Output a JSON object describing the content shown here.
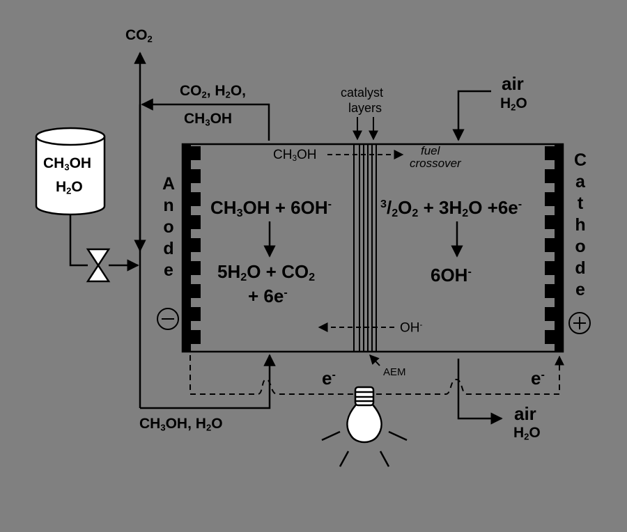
{
  "labels": {
    "co2_top": "CO",
    "co2_top_sub": "2",
    "exhaust_line1_a": "CO",
    "exhaust_line1_sub": "2",
    "exhaust_line1_b": ", H",
    "exhaust_line1_sub2": "2",
    "exhaust_line1_c": "O,",
    "exhaust_line2_a": "CH",
    "exhaust_line2_sub": "3",
    "exhaust_line2_b": "OH",
    "tank_line1_a": "CH",
    "tank_line1_sub": "3",
    "tank_line1_b": "OH",
    "tank_line2_a": "H",
    "tank_line2_sub": "2",
    "tank_line2_b": "O",
    "catalyst_line1": "catalyst",
    "catalyst_line2": "layers",
    "air_in": "air",
    "water_in_a": "H",
    "water_in_sub": "2",
    "water_in_b": "O",
    "crossover_a": "CH",
    "crossover_sub": "3",
    "crossover_b": "OH",
    "fuel_line1": "fuel",
    "fuel_line2": "crossover",
    "anode_letters": [
      "A",
      "n",
      "o",
      "d",
      "e"
    ],
    "cathode_letters": [
      "C",
      "a",
      "t",
      "h",
      "o",
      "d",
      "e"
    ],
    "anode_eq1_a": "CH",
    "anode_eq1_sub": "3",
    "anode_eq1_b": "OH + 6OH",
    "anode_eq1_sup": "-",
    "anode_eq2_a": "5H",
    "anode_eq2_sub": "2",
    "anode_eq2_b": "O + CO",
    "anode_eq2_sub2": "2",
    "anode_eq3_a": "+ 6e",
    "anode_eq3_sup": "-",
    "cathode_eq1_sup": "3",
    "cathode_eq1_a": "/",
    "cathode_eq1_sub": "2",
    "cathode_eq1_b": "O",
    "cathode_eq1_sub2": "2",
    "cathode_eq1_c": " + 3H",
    "cathode_eq1_sub3": "2",
    "cathode_eq1_d": "O +6e",
    "cathode_eq1_sup2": "-",
    "cathode_eq2_a": "6OH",
    "cathode_eq2_sup": "-",
    "hydroxide_a": "OH",
    "hydroxide_sup": "-",
    "aem": "AEM",
    "electron_left_a": "e",
    "electron_left_sup": "-",
    "electron_right_a": "e",
    "electron_right_sup": "-",
    "feed_a": "CH",
    "feed_sub": "3",
    "feed_b": "OH, H",
    "feed_sub2": "2",
    "feed_c": "O",
    "air_out": "air",
    "water_out_a": "H",
    "water_out_sub": "2",
    "water_out_b": "O",
    "minus_sign": "−",
    "plus_sign": "+"
  },
  "colors": {
    "background": "#808080",
    "ink": "#000000",
    "cell_fill": "#ffffff"
  }
}
